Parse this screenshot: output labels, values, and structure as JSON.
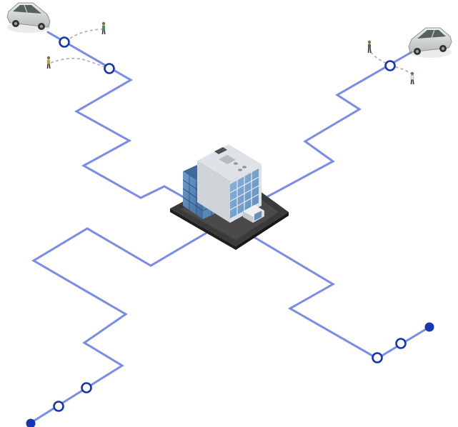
{
  "diagram": {
    "kind": "ride-sharing pickup routes to a central office building",
    "colors": {
      "route": "#7a8bea",
      "stop": "#1636b4",
      "walk_path": "#b3b3b3",
      "building_glass": "#4f7fb3",
      "building_wall": "#dfe3e7",
      "plaza": "#3a3a3a"
    },
    "icons": {
      "hub": "office-building-icon",
      "vehicle": "minivan-icon",
      "rider": "pedestrian-icon",
      "stop": "route-stop-icon",
      "terminal": "route-endpoint-icon"
    },
    "routes": [
      {
        "name": "northwest",
        "stops": 2,
        "vehicles": 1,
        "riders": 2
      },
      {
        "name": "northeast",
        "stops": 1,
        "vehicles": 1,
        "riders": 2
      },
      {
        "name": "southwest",
        "stops": 2,
        "vehicles": 0,
        "riders": 0
      },
      {
        "name": "southeast",
        "stops": 2,
        "vehicles": 0,
        "riders": 0
      }
    ]
  }
}
